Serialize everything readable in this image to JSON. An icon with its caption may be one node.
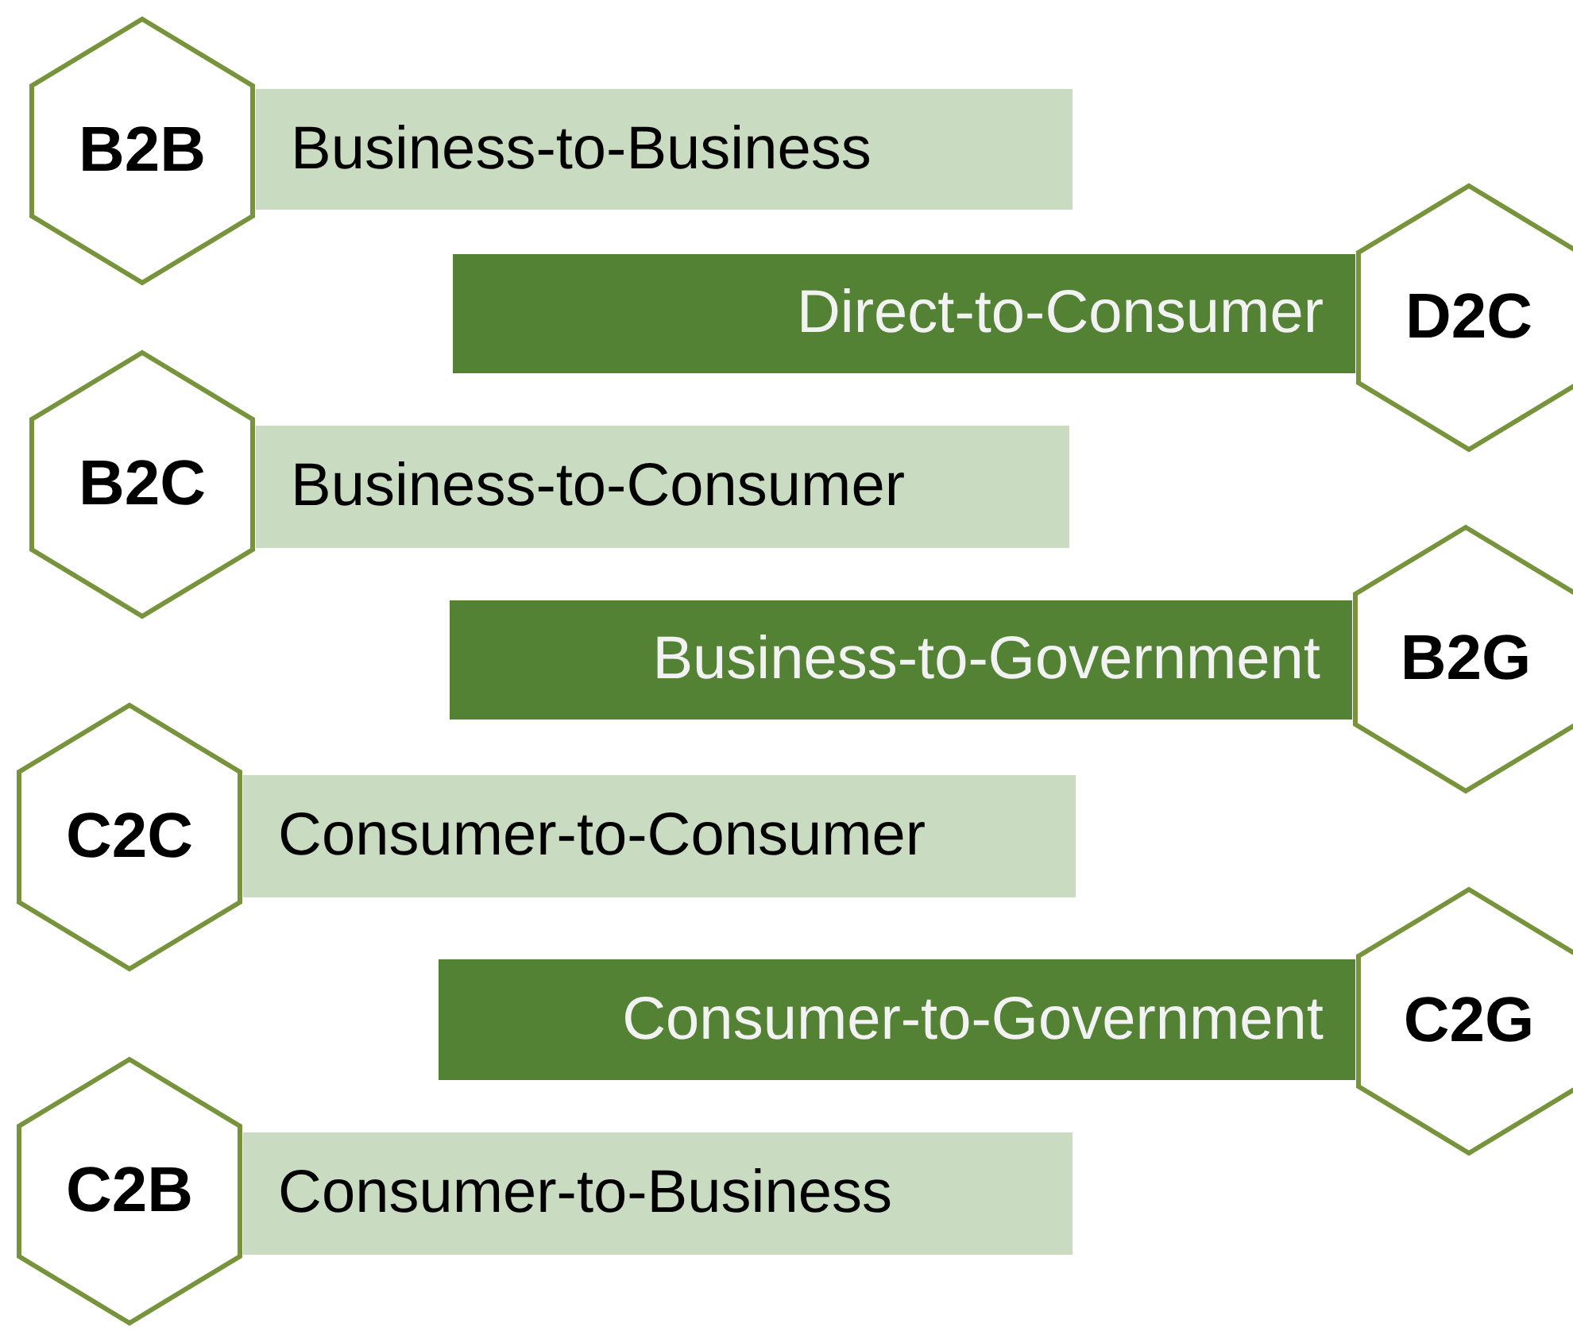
{
  "diagram": {
    "nodes": [
      {
        "text": [
          "B2B"
        ]
      },
      {
        "text": [
          "Business-to-Business"
        ]
      },
      {
        "text": [
          "Direct-to-Consumer"
        ]
      },
      {
        "text": [
          "D2C"
        ]
      },
      {
        "text": [
          "B2C"
        ]
      },
      {
        "text": [
          "Business-to-Consumer"
        ]
      },
      {
        "text": [
          "Business-to-Government"
        ]
      },
      {
        "text": [
          "B2G"
        ]
      },
      {
        "text": [
          "C2C"
        ]
      },
      {
        "text": [
          "Consumer-to-Consumer"
        ]
      },
      {
        "text": [
          "Consumer-to-Government"
        ]
      },
      {
        "text": [
          "C2G"
        ]
      },
      {
        "text": [
          "C2B"
        ]
      },
      {
        "text": [
          "Consumer-to-Business"
        ]
      }
    ]
  }
}
